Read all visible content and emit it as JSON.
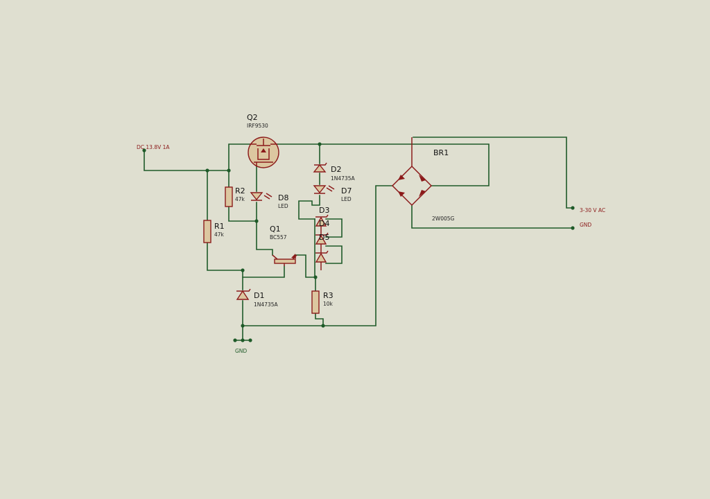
{
  "terminals": {
    "dc_out": "DC 13.8V 1A",
    "ac_in": "3-30 V AC",
    "gnd_right": "GND",
    "gnd_bottom": "GND"
  },
  "components": {
    "q2": {
      "ref": "Q2",
      "value": "IRF9530"
    },
    "d2": {
      "ref": "D2",
      "value": "1N4735A"
    },
    "d7": {
      "ref": "D7",
      "value": "LED"
    },
    "d8": {
      "ref": "D8",
      "value": "LED"
    },
    "r2": {
      "ref": "R2",
      "value": "47k"
    },
    "r1": {
      "ref": "R1",
      "value": "47k"
    },
    "q1": {
      "ref": "Q1",
      "value": "BC557"
    },
    "d3": {
      "ref": "D3"
    },
    "d4": {
      "ref": "D4"
    },
    "d5": {
      "ref": "D5"
    },
    "d1": {
      "ref": "D1",
      "value": "1N4735A"
    },
    "r3": {
      "ref": "R3",
      "value": "10k"
    },
    "br1": {
      "ref": "BR1",
      "value": "2W005G"
    }
  },
  "colors": {
    "background": "#dfdfd0",
    "wire": "#1e5a28",
    "component": "#8b1a1a",
    "body_fill": "#dcc7a0"
  }
}
